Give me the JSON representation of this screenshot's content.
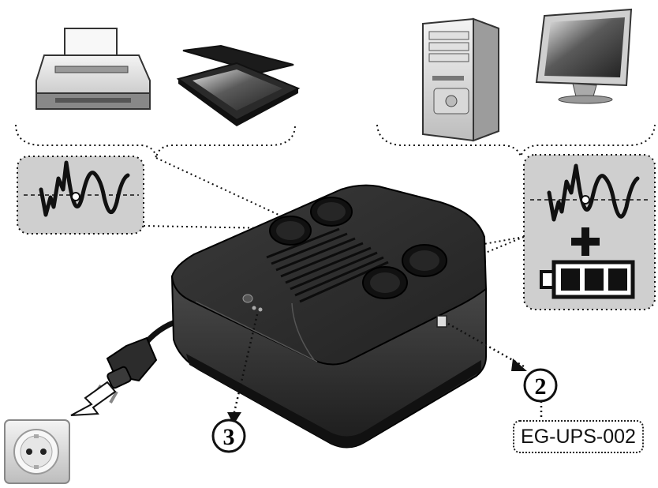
{
  "callouts": {
    "port_number": "2",
    "indicator_number": "3"
  },
  "model_label": "EG-UPS-002",
  "icons": {
    "surge_waveform": "sine-wave-with-spike-icon",
    "battery": "battery-icon",
    "plus": "plus-icon"
  },
  "colors": {
    "panel_fill": "#cfcfcf",
    "ups_body": "#2a2a2a",
    "background": "#ffffff"
  }
}
